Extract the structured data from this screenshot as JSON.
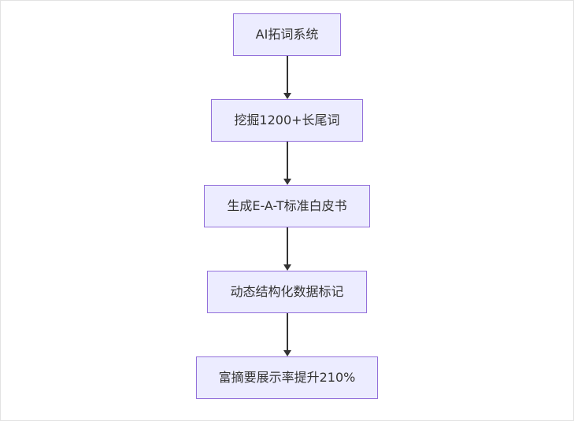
{
  "colors": {
    "node_fill": "#ECECFF",
    "node_border": "#9370DB",
    "arrow": "#333333",
    "text": "#333333",
    "background": "#FFFFFF"
  },
  "flowchart": {
    "type": "flowchart",
    "direction": "top-down",
    "nodes": [
      {
        "label": "AI拓词系统"
      },
      {
        "label": "挖掘1200+长尾词"
      },
      {
        "label": "生成E-A-T标准白皮书"
      },
      {
        "label": "动态结构化数据标记"
      },
      {
        "label": "富摘要展示率提升210%"
      }
    ],
    "edges": [
      {
        "from": 0,
        "to": 1
      },
      {
        "from": 1,
        "to": 2
      },
      {
        "from": 2,
        "to": 3
      },
      {
        "from": 3,
        "to": 4
      }
    ]
  }
}
